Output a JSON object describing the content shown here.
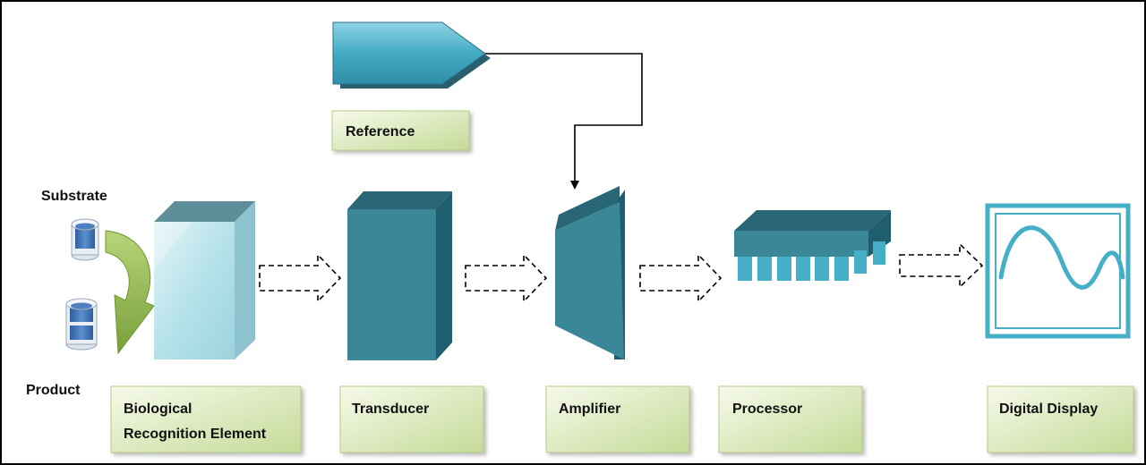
{
  "labels": {
    "substrate": "Substrate",
    "product": "Product",
    "reference": "Reference",
    "bio_line1": "Biological",
    "bio_line2": "Recognition Element",
    "transducer": "Transducer",
    "amplifier": "Amplifier",
    "processor": "Processor",
    "display": "Digital Display"
  },
  "colors": {
    "teal_dark": "#2E7A8C",
    "teal_mid": "#3C8FA0",
    "teal_top": "#2A6776",
    "teal_side": "#1F5E6E",
    "light_teal": "#45AFC8",
    "box_green_light": "#F3F8E6",
    "box_green_dark": "#C9DDA0",
    "arrow_green": "#8DB24B",
    "cylinder_blue": "#3D6FB0"
  },
  "icons": {
    "reference": "reference-pentagon-icon",
    "substrate": "substrate-cylinder-icon",
    "product": "product-cylinder-icon",
    "conversion": "curved-green-arrow-icon",
    "display_wave": "sine-wave-icon"
  }
}
